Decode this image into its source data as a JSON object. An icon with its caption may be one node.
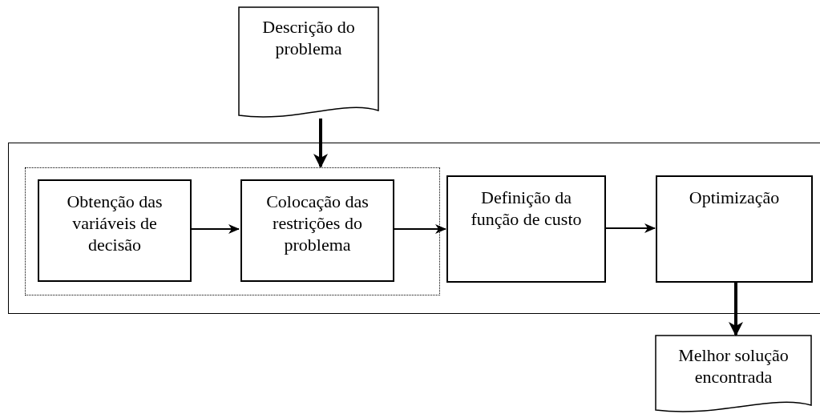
{
  "diagram": {
    "nodes": [
      {
        "text": [
          "Descrição do problema"
        ]
      },
      {
        "text": [],
        "shape": "box"
      },
      {
        "text": [],
        "shape": "box",
        "in": 1
      },
      {
        "text": [
          "Obtenção das variáveis de decisão"
        ],
        "in": 2
      },
      {
        "text": [
          "Colocação das restrições do problema"
        ],
        "in": 2
      },
      {
        "text": [
          "Definição da função de custo"
        ],
        "in": 1
      },
      {
        "text": [
          "Optimização"
        ],
        "in": 1
      },
      {
        "text": [
          "Melhor solução encontrada"
        ]
      }
    ],
    "edges": [
      {
        "from": 0,
        "to": 2,
        "arrow": "to",
        "style": "thick"
      },
      {
        "from": 3,
        "to": 4,
        "arrow": "to"
      },
      {
        "from": 4,
        "to": 5,
        "arrow": "to"
      },
      {
        "from": 5,
        "to": 6,
        "arrow": "to"
      },
      {
        "from": 6,
        "to": 7,
        "arrow": "to",
        "style": "thick"
      }
    ]
  }
}
